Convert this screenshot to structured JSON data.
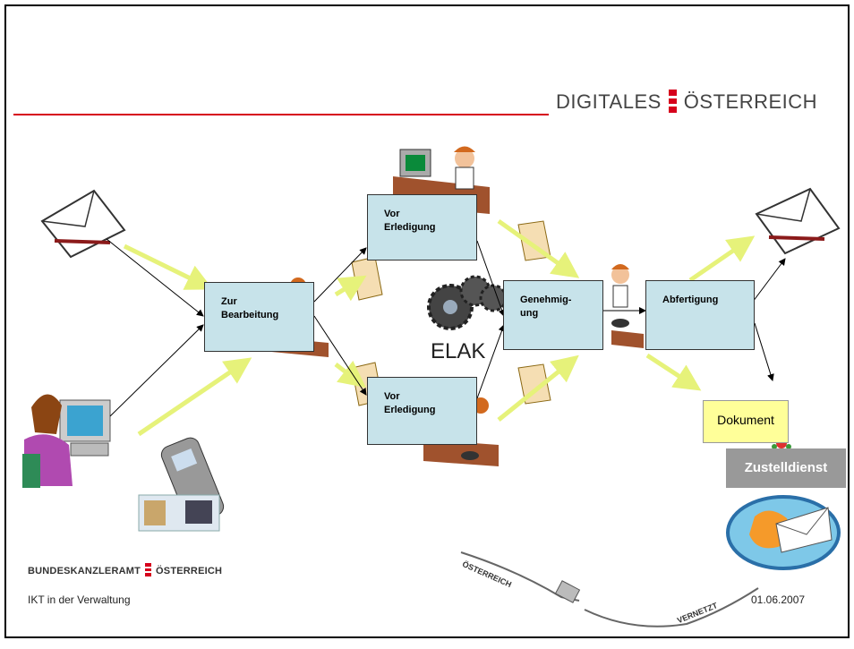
{
  "header": {
    "brand_left": "DIGITALES",
    "brand_right": "ÖSTERREICH",
    "rule_color": "#d6001c"
  },
  "boxes": {
    "zur_bearbeitung": "Zur\nBearbeitung",
    "vor_erledigung_top": "Vor\nErledigung",
    "vor_erledigung_bottom": "Vor\nErledigung",
    "genehmigung": "Genehmig-\nung",
    "abfertigung": "Abfertigung"
  },
  "labels": {
    "elak": "ELAK",
    "dokument": "Dokument",
    "zustelldienst": "Zustelldienst"
  },
  "footer": {
    "org_left": "BUNDESKANZLERAMT",
    "org_right": "ÖSTERREICH",
    "subtitle": "IKT in der Verwaltung",
    "date": "01.06.2007",
    "cable_top": "ÖSTERREICH",
    "cable_bottom": "VERNETZT"
  },
  "colors": {
    "box_fill": "#c7e3ea",
    "accent_arrow": "#e6f27a",
    "brand_red": "#d6001c"
  }
}
